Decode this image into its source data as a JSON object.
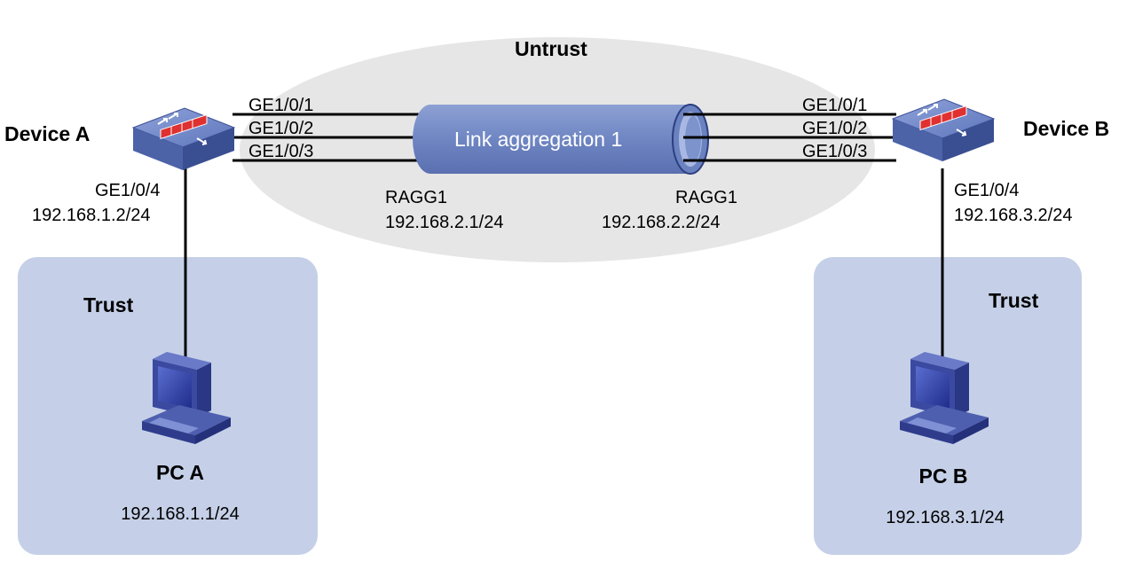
{
  "zones": {
    "untrust": "Untrust",
    "trust_left": "Trust",
    "trust_right": "Trust"
  },
  "aggregation": {
    "label": "Link aggregation 1"
  },
  "device_a": {
    "name": "Device A",
    "ports": [
      "GE1/0/1",
      "GE1/0/2",
      "GE1/0/3"
    ],
    "downlink_port": "GE1/0/4",
    "downlink_ip": "192.168.1.2/24",
    "ragg_name": "RAGG1",
    "ragg_ip": "192.168.2.1/24"
  },
  "device_b": {
    "name": "Device B",
    "ports": [
      "GE1/0/1",
      "GE1/0/2",
      "GE1/0/3"
    ],
    "downlink_port": "GE1/0/4",
    "downlink_ip": "192.168.3.2/24",
    "ragg_name": "RAGG1",
    "ragg_ip": "192.168.2.2/24"
  },
  "pc_a": {
    "name": "PC A",
    "ip": "192.168.1.1/24"
  },
  "pc_b": {
    "name": "PC B",
    "ip": "192.168.3.1/24"
  },
  "colors": {
    "zone_untrust": "#e6e6e6",
    "zone_trust": "#c5d0e8",
    "tube": "#7a90c8",
    "device": "#5b73b8",
    "device_accent": "#e03030",
    "pc": "#3f4fa6"
  }
}
